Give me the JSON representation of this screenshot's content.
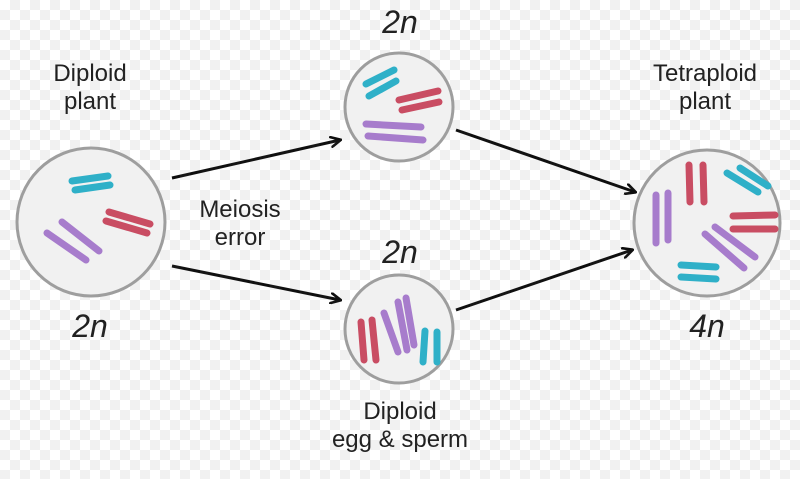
{
  "colors": {
    "cell_fill": "#f1f1f1",
    "cell_stroke": "#9e9e9e",
    "arrow": "#111111",
    "chromosome_cyan": "#2fb0c8",
    "chromosome_red": "#c94d63",
    "chromosome_purple": "#a77ccc"
  },
  "labels": {
    "diploid_plant": [
      "Diploid",
      "plant"
    ],
    "tetraploid_plant": [
      "Tetraploid",
      "plant"
    ],
    "meiosis_error": [
      "Meiosis",
      "error"
    ],
    "gametes": [
      "Diploid",
      "egg & sperm"
    ],
    "ploidy_parent": "2n",
    "ploidy_gamete_top": "2n",
    "ploidy_gamete_bottom": "2n",
    "ploidy_offspring": "4n"
  },
  "icons": [
    "parent-cell-icon",
    "gamete-cell-icon",
    "offspring-cell-icon",
    "arrow-icon"
  ]
}
